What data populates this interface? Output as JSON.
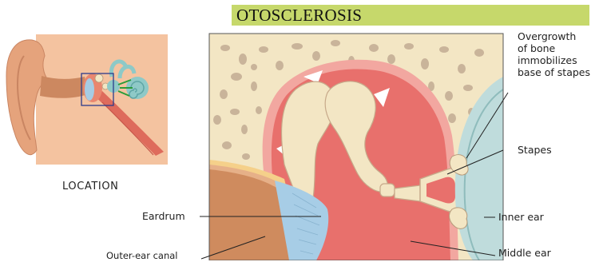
{
  "title": "OTOSCLEROSIS",
  "inset": {
    "caption": "LOCATION"
  },
  "labels": {
    "overgrowth": [
      "Overgrowth",
      "of bone",
      "immobilizes",
      "base of stapes"
    ],
    "stapes": "Stapes",
    "inner_ear": "Inner ear",
    "middle_ear": "Middle ear",
    "eardrum": "Eardrum",
    "outer_ear_canal": "Outer-ear canal"
  },
  "colors": {
    "title_bar": "#c6d86b",
    "bone": "#f3e6c4",
    "middle_ear_cavity": "#e8706c",
    "inner_ear_fluid": "#bfdcdc",
    "skin": "#eab48e",
    "eardrum": "#a7cde6"
  }
}
